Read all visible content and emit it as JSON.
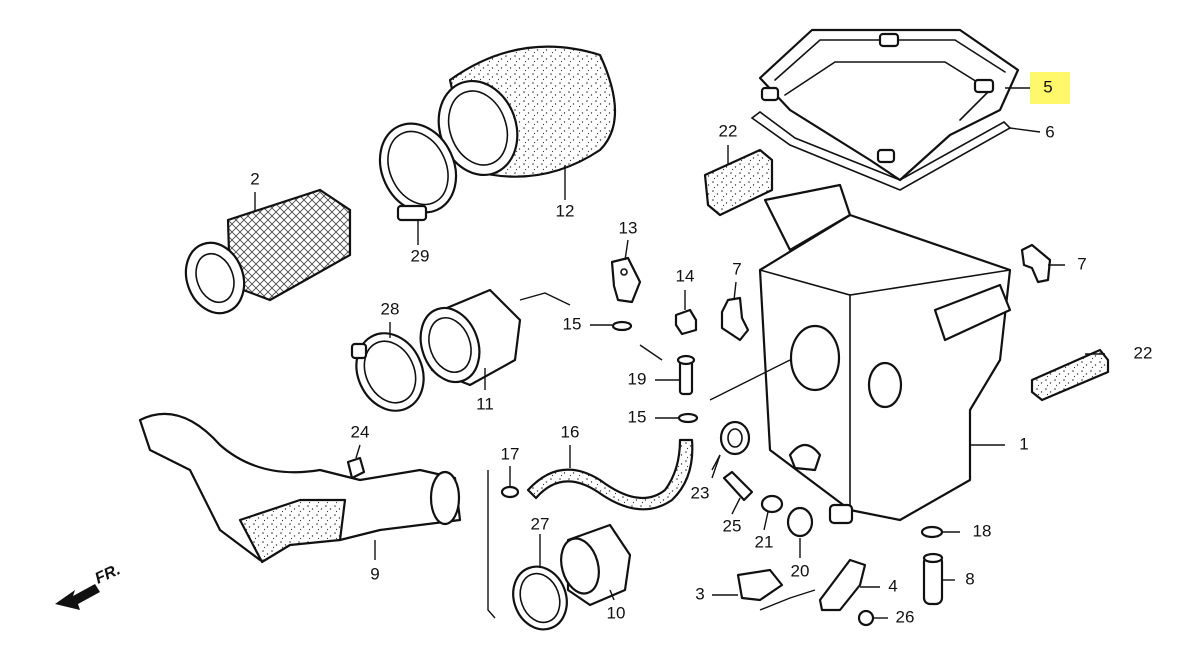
{
  "highlight_color": "#fff86b",
  "direction_label": "FR.",
  "callouts": [
    {
      "id": "c5",
      "text": "5",
      "highlighted": true
    },
    {
      "id": "c6",
      "text": "6"
    },
    {
      "id": "c22a",
      "text": "22"
    },
    {
      "id": "c12",
      "text": "12"
    },
    {
      "id": "c2",
      "text": "2"
    },
    {
      "id": "c29",
      "text": "29"
    },
    {
      "id": "c13",
      "text": "13"
    },
    {
      "id": "c14",
      "text": "14"
    },
    {
      "id": "c7a",
      "text": "7"
    },
    {
      "id": "c7b",
      "text": "7"
    },
    {
      "id": "c28",
      "text": "28"
    },
    {
      "id": "c15a",
      "text": "15"
    },
    {
      "id": "c11",
      "text": "11"
    },
    {
      "id": "c19",
      "text": "19"
    },
    {
      "id": "c15b",
      "text": "15"
    },
    {
      "id": "c22b",
      "text": "22"
    },
    {
      "id": "c1",
      "text": "1"
    },
    {
      "id": "c24",
      "text": "24"
    },
    {
      "id": "c16",
      "text": "16"
    },
    {
      "id": "c17",
      "text": "17"
    },
    {
      "id": "c23",
      "text": "23"
    },
    {
      "id": "c25",
      "text": "25"
    },
    {
      "id": "c21",
      "text": "21"
    },
    {
      "id": "c20",
      "text": "20"
    },
    {
      "id": "c18",
      "text": "18"
    },
    {
      "id": "c9",
      "text": "9"
    },
    {
      "id": "c27",
      "text": "27"
    },
    {
      "id": "c10",
      "text": "10"
    },
    {
      "id": "c3",
      "text": "3"
    },
    {
      "id": "c4",
      "text": "4"
    },
    {
      "id": "c8",
      "text": "8"
    },
    {
      "id": "c26",
      "text": "26"
    }
  ]
}
